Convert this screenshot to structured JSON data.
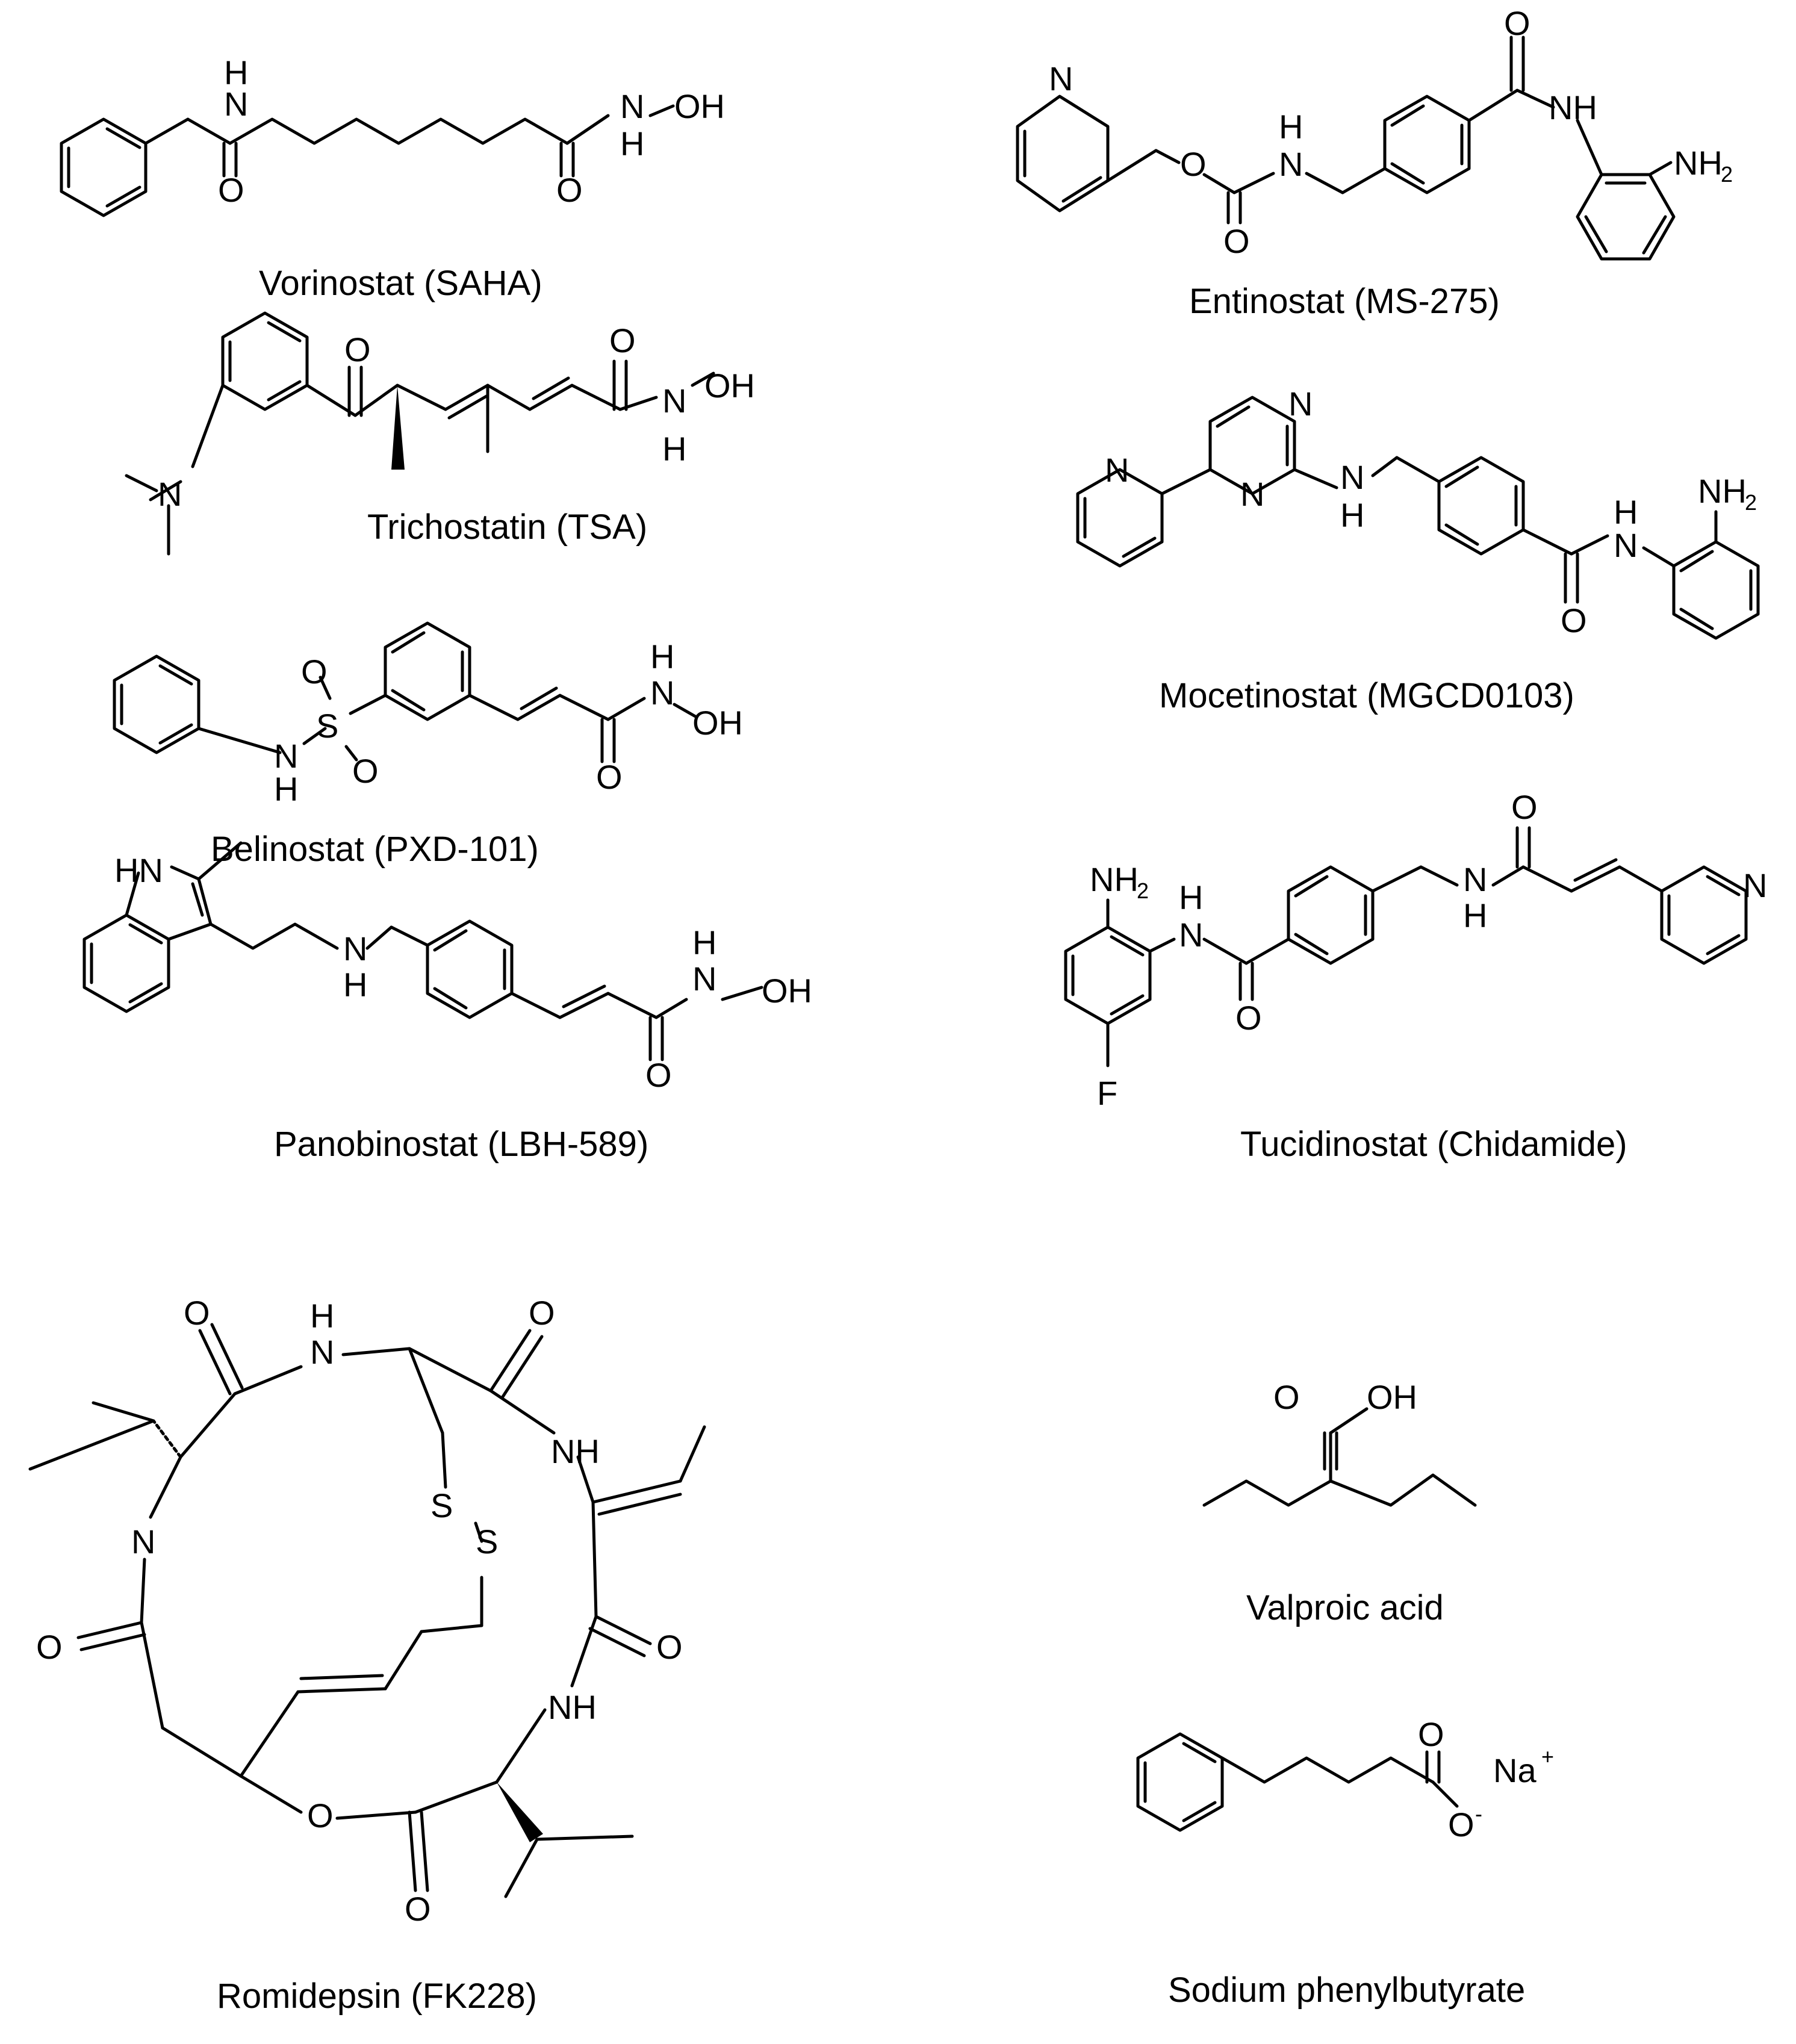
{
  "captions": {
    "vorinostat": "Vorinostat (SAHA)",
    "entinostat": "Entinostat (MS-275)",
    "trichostatin": "Trichostatin (TSA)",
    "mocetinostat": "Mocetinostat (MGCD0103)",
    "belinostat": "Belinostat (PXD-101)",
    "tucidinostat": "Tucidinostat (Chidamide)",
    "panobinostat": "Panobinostat (LBH-589)",
    "romidepsin": "Romidepsin (FK228)",
    "valproic": "Valproic acid",
    "phenylbutyrate": "Sodium phenylbutyrate"
  },
  "atoms": {
    "H": "H",
    "N": "N",
    "O": "O",
    "S": "S",
    "F": "F",
    "OH": "OH",
    "NH": "NH",
    "HN": "HN",
    "NH2": "NH",
    "sub2": "2",
    "Na": "Na",
    "plus": "+",
    "minus": "-"
  },
  "colors": {
    "ink": "#000000",
    "background": "#ffffff"
  }
}
